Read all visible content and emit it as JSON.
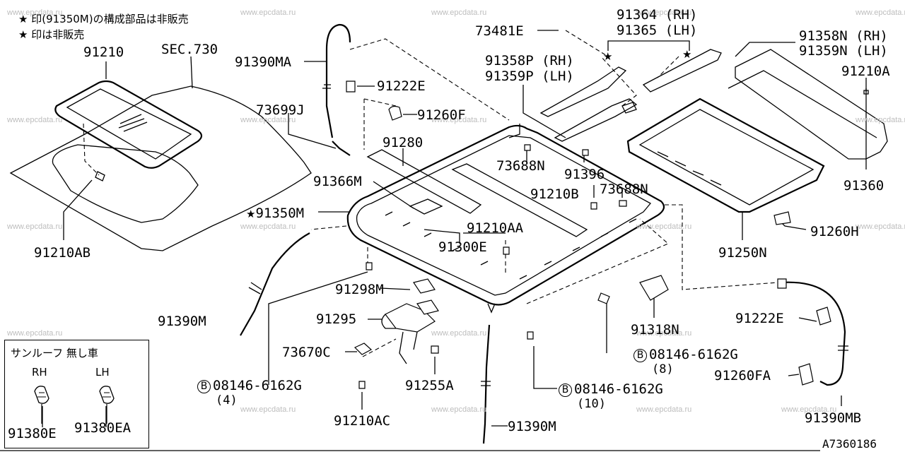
{
  "notes": [
    "★ 印(91350M)の構成部品は非販売",
    "★ 印は非販売"
  ],
  "watermark": "www.epcdata.ru",
  "diagram_code": "A7360186",
  "labels": {
    "p91210": "91210",
    "sec730": "SEC.730",
    "p91390MA": "91390MA",
    "p91222E_top": "91222E",
    "p73699J": "73699J",
    "p91260F": "91260F",
    "p91280": "91280",
    "p91366M": "91366M",
    "p91350M": "91350M",
    "p91210AB": "91210AB",
    "p91390M_left": "91390M",
    "p91298M": "91298M",
    "p91295": "91295",
    "p73670C": "73670C",
    "p91255A": "91255A",
    "p91210AC": "91210AC",
    "p91390M_bottom": "91390M",
    "p91210AA": "91210AA",
    "p91300E": "91300E",
    "p73481E": "73481E",
    "p91358P": "91358P (RH)",
    "p91359P": "91359P (LH)",
    "p91364": "91364 (RH)",
    "p91365": "91365 (LH)",
    "p91358N": "91358N (RH)",
    "p91359N": "91359N (LH)",
    "p91210A": "91210A",
    "p73688N_a": "73688N",
    "p91396": "91396",
    "p91210B": "91210B",
    "p73688N_b": "73688N",
    "p91360": "91360",
    "p91250N": "91250N",
    "p91260H": "91260H",
    "p91318N": "91318N",
    "p91222E_right": "91222E",
    "p91260FA": "91260FA",
    "p91390MB": "91390MB",
    "p91380E": "91380E",
    "p91380EA": "91380EA"
  },
  "bolts": [
    {
      "badge": "B",
      "code": "08146-6162G",
      "qty": "(4)"
    },
    {
      "badge": "B",
      "code": "08146-6162G",
      "qty": "(8)"
    },
    {
      "badge": "B",
      "code": "08146-6162G",
      "qty": "(10)"
    }
  ],
  "star": "★",
  "inset": {
    "title": "サンルーフ 無し車",
    "rh": "RH",
    "lh": "LH"
  }
}
